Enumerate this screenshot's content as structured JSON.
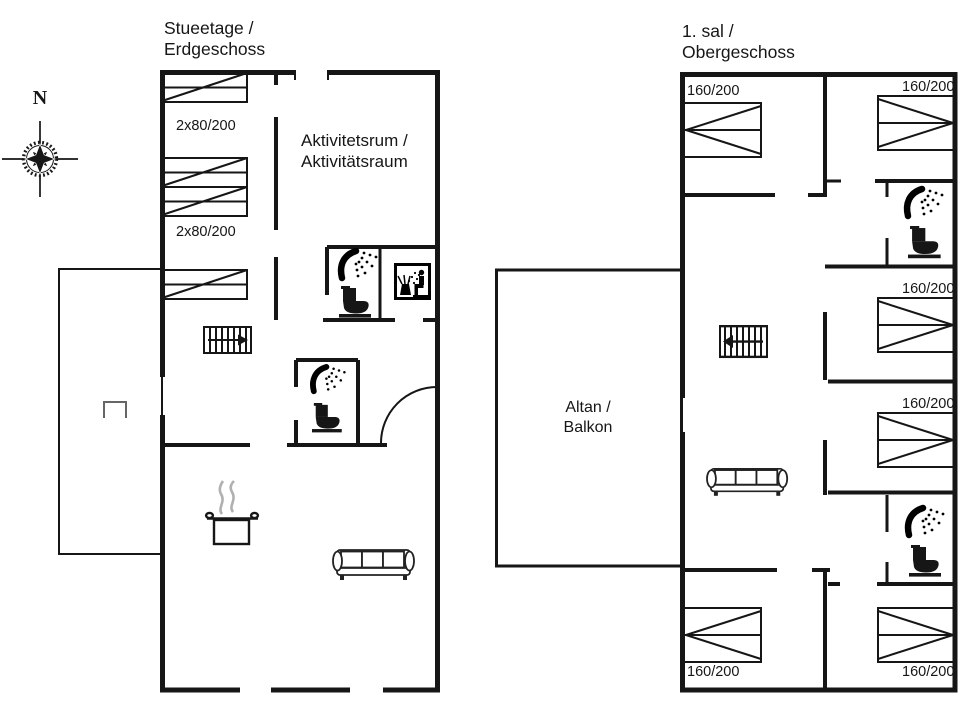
{
  "compass": {
    "label": "N"
  },
  "floor1": {
    "title": "Stueetage /\nErdgeschoss",
    "room_label": "Aktivitetsrum /\nAktivitätsraum",
    "bed_labels": [
      "2x80/200",
      "2x80/200"
    ]
  },
  "floor2": {
    "title": "1. sal /\nObergeschoss",
    "balcony_label": "Altan /\nBalkon",
    "bed_labels": [
      "160/200",
      "160/200",
      "160/200",
      "160/200",
      "160/200",
      "160/200"
    ]
  },
  "colors": {
    "ink": "#161616",
    "steam": "#b0b0b0",
    "background": "#ffffff"
  },
  "icons": [
    "compass-rose-icon",
    "single-bed-icon",
    "double-bed-icon",
    "stairs-icon",
    "shower-icon",
    "toilet-icon",
    "sauna-icon",
    "cooking-pot-icon",
    "steam-icon",
    "sofa-icon",
    "door-swing-icon",
    "open-square-marker-icon"
  ]
}
